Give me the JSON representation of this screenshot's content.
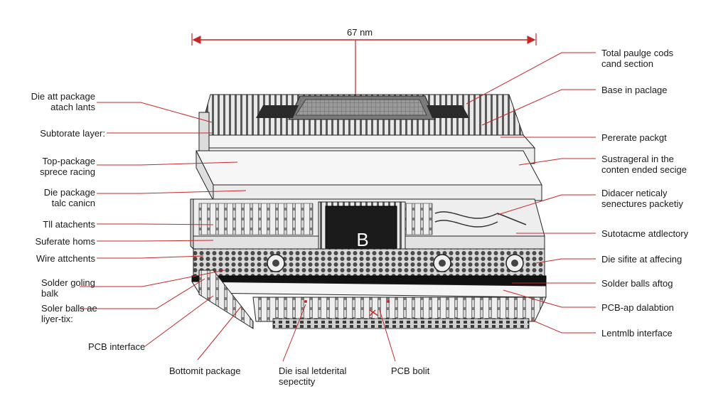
{
  "dimension_label": "67 nm",
  "die_letter": "B",
  "colors": {
    "leader": "#c62828",
    "line": "#222222",
    "die": "#1b1b1b",
    "plate": "#f1f1f1"
  },
  "labels": {
    "left": [
      "Die att package\natach lants",
      "Subtorate layer:",
      "Top-package\nsprece racing",
      "Die package\ntalc canicn",
      "Tll atachents",
      "Suferate homs",
      "Wire attchents",
      "Solder goling\nbalk",
      "Soler balls ae\nliyer-tix:"
    ],
    "right": [
      "Total paulge cods\ncand section",
      "Base in paclage",
      "Pererate packgt",
      "Sustrageral in the\nconten ended secige",
      "Didacer neticaly\nsenectures packetiy",
      "Sutotacme atdlectory",
      "Die sifite at affecing",
      "Solder balls aftog",
      "PCB-ap dalabtion",
      "Lentmlb interface"
    ],
    "bottom": [
      "PCB interface",
      "Bottomit package",
      "Die isal letderital\nsepectity",
      "PCB bolit"
    ]
  }
}
